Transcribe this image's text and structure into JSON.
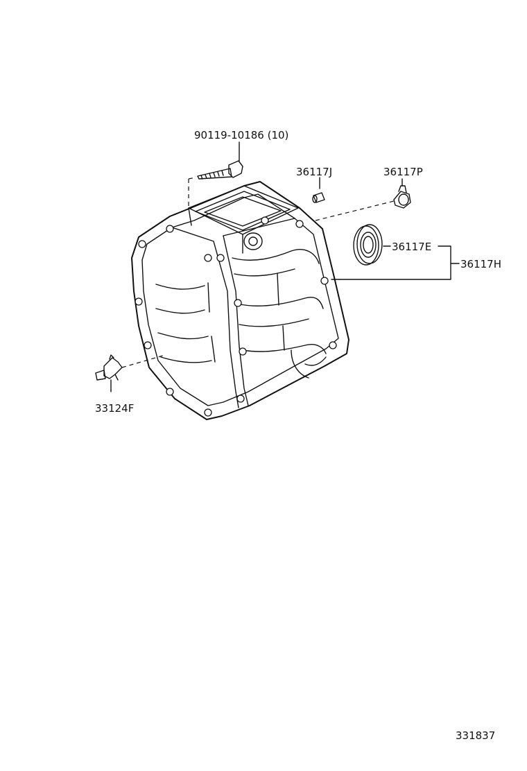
{
  "labels": {
    "bolt": "90119-10186 (10)",
    "pin": "36117J",
    "plug": "36117P",
    "seal": "36117E",
    "kit": "36117H",
    "breather": "33124F",
    "diagram_number": "331837"
  }
}
